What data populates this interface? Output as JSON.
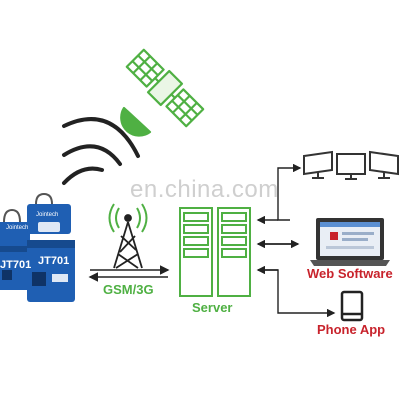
{
  "watermark": {
    "text": "en.china.com"
  },
  "labels": {
    "gsm": "GSM/3G",
    "server": "Server",
    "web_software": "Web Software",
    "phone_app": "Phone App"
  },
  "devices": {
    "brand": "Jointech",
    "model": "JT701"
  },
  "icons": [
    "satellite-icon",
    "signal-waves-icon",
    "cell-tower-icon",
    "server-rack-icon",
    "monitor-icon",
    "laptop-icon",
    "phone-icon",
    "tracker-device"
  ],
  "colors": {
    "green_accent": "#4fb043",
    "red_accent": "#c8232c",
    "device_blue": "#1f5fb3",
    "line_dark": "#222222"
  }
}
